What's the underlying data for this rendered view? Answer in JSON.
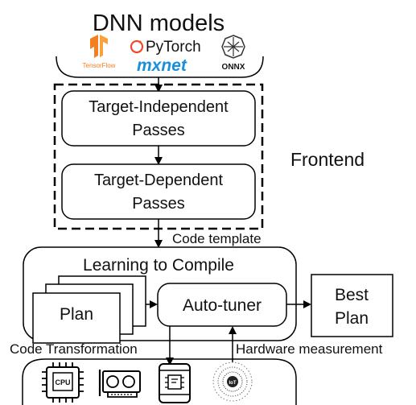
{
  "title": "DNN models",
  "frameworks": {
    "tensorflow": "TensorFlow",
    "pytorch": "PyTorch",
    "mxnet": "mxnet",
    "onnx": "ONNX"
  },
  "frontend": {
    "label": "Frontend",
    "pass1_line1": "Target-Independent",
    "pass1_line2": "Passes",
    "pass2_line1": "Target-Dependent",
    "pass2_line2": "Passes"
  },
  "code_template": "Code template",
  "learning": {
    "label": "Learning to Compile",
    "plan": "Plan",
    "autotuner": "Auto-tuner"
  },
  "best_plan": {
    "line1": "Best",
    "line2": "Plan"
  },
  "code_transformation": "Code Transformation",
  "hardware_measurement": "Hardware measurement",
  "hardware_icons": [
    "cpu-icon",
    "gpu-card-icon",
    "mobile-device-icon",
    "iot-icon"
  ],
  "hardware_labels": {
    "cpu": "CPU",
    "iot": "IoT"
  },
  "colors": {
    "tensorflow": "#f47f20",
    "pytorch": "#ee4c2c",
    "mxnet": "#1a8fdc",
    "stroke": "#000000"
  }
}
